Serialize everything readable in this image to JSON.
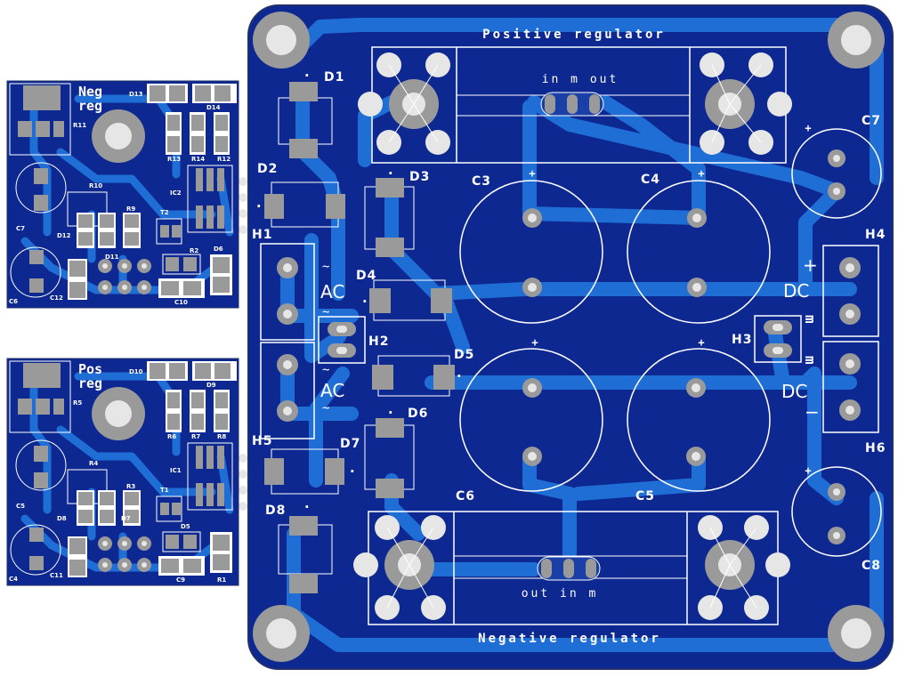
{
  "colors": {
    "board": "#0d2891",
    "board_edge": "#1a2c6e",
    "trace": "#1f6ed6",
    "pad": "#9a9a9a",
    "pad_hole": "#e6e6e6",
    "silkscreen": "#ffffff"
  },
  "main_board": {
    "regulator_top": {
      "title": "Positive regulator",
      "pins": "in m out"
    },
    "regulator_bottom": {
      "title": "Negative regulator",
      "pins": "out in m"
    },
    "diodes": [
      "D1",
      "D2",
      "D3",
      "D4",
      "D5",
      "D6",
      "D7",
      "D8"
    ],
    "capacitors": [
      "C3",
      "C4",
      "C5",
      "C6",
      "C7",
      "C8"
    ],
    "headers": [
      "H1",
      "H2",
      "H3",
      "H4",
      "H5",
      "H6"
    ],
    "ac_labels": [
      "AC",
      "AC"
    ],
    "dc_labels": [
      "DC",
      "DC"
    ],
    "tilde": "~",
    "plus": "+",
    "minus": "−",
    "mass": "m",
    "cap_plus": "+",
    "dot": "."
  },
  "neg_module": {
    "title_line1": "Neg",
    "title_line2": "reg",
    "labels": [
      "D13",
      "D14",
      "R11",
      "R13",
      "R14",
      "R12",
      "IC2",
      "R10",
      "R9",
      "T2",
      "C7",
      "D12",
      "D11",
      "R2",
      "D6",
      "C6",
      "C12",
      "C10"
    ]
  },
  "pos_module": {
    "title_line1": "Pos",
    "title_line2": "reg",
    "labels": [
      "D10",
      "D9",
      "R5",
      "R6",
      "R7",
      "R8",
      "IC1",
      "R4",
      "R3",
      "T1",
      "C5",
      "D8",
      "D7",
      "D5",
      "C4",
      "C11",
      "C9",
      "R1"
    ]
  }
}
